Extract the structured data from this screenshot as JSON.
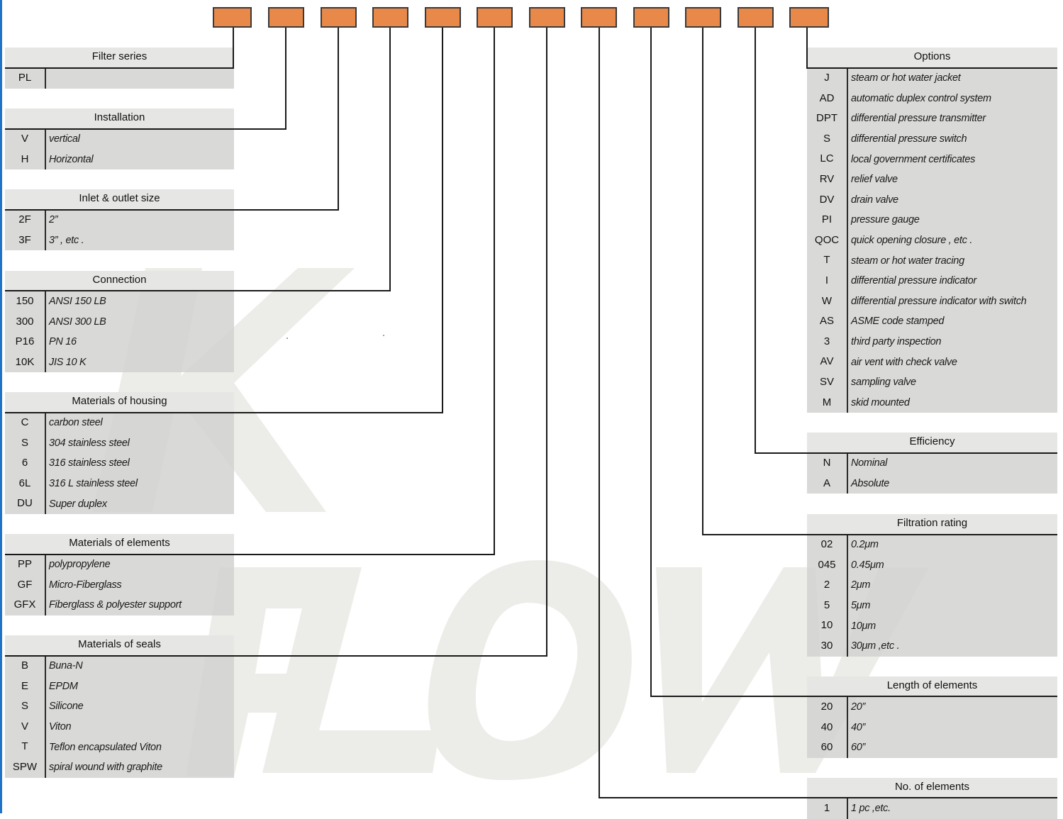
{
  "code_boxes": [
    "",
    "",
    "",
    "",
    "",
    "",
    "",
    "",
    "",
    "",
    "",
    ""
  ],
  "sections_left": [
    {
      "title": "Filter series",
      "rows": [
        {
          "code": "PL",
          "desc": ""
        }
      ]
    },
    {
      "title": "Installation",
      "rows": [
        {
          "code": "V",
          "desc": "vertical"
        },
        {
          "code": "H",
          "desc": "Horizontal"
        }
      ]
    },
    {
      "title": "Inlet & outlet size",
      "rows": [
        {
          "code": "2F",
          "desc": "2”"
        },
        {
          "code": "3F",
          "desc": "3”  , etc ."
        }
      ]
    },
    {
      "title": "Connection",
      "rows": [
        {
          "code": "150",
          "desc": "ANSI 150 LB"
        },
        {
          "code": "300",
          "desc": "ANSI 300 LB"
        },
        {
          "code": "P16",
          "desc": "PN 16"
        },
        {
          "code": "10K",
          "desc": "JIS 10 K"
        }
      ]
    },
    {
      "title": "Materials of housing",
      "rows": [
        {
          "code": "C",
          "desc": "carbon steel"
        },
        {
          "code": "S",
          "desc": "304 stainless steel"
        },
        {
          "code": "6",
          "desc": "316 stainless steel"
        },
        {
          "code": "6L",
          "desc": "316 L stainless steel"
        },
        {
          "code": "DU",
          "desc": "Super duplex"
        }
      ]
    },
    {
      "title": "Materials of elements",
      "rows": [
        {
          "code": "PP",
          "desc": "polypropylene"
        },
        {
          "code": "GF",
          "desc": "Micro-Fiberglass"
        },
        {
          "code": "GFX",
          "desc": "Fiberglass & polyester support"
        }
      ]
    },
    {
      "title": "Materials of  seals",
      "rows": [
        {
          "code": "B",
          "desc": "Buna-N"
        },
        {
          "code": "E",
          "desc": "EPDM"
        },
        {
          "code": "S",
          "desc": "Silicone"
        },
        {
          "code": "V",
          "desc": "Viton"
        },
        {
          "code": "T",
          "desc": "Teflon encapsulated Viton"
        },
        {
          "code": "SPW",
          "desc": "spiral wound with graphite"
        }
      ]
    }
  ],
  "sections_right": [
    {
      "title": "Options",
      "rows": [
        {
          "code": "J",
          "desc": "steam or hot water jacket"
        },
        {
          "code": "AD",
          "desc": "automatic duplex control system"
        },
        {
          "code": "DPT",
          "desc": "differential pressure transmitter"
        },
        {
          "code": "S",
          "desc": "differential pressure switch"
        },
        {
          "code": "LC",
          "desc": "local government certificates"
        },
        {
          "code": "RV",
          "desc": "relief valve"
        },
        {
          "code": "DV",
          "desc": "drain valve"
        },
        {
          "code": "PI",
          "desc": "pressure gauge"
        },
        {
          "code": "QOC",
          "desc": "quick opening closure , etc ."
        },
        {
          "code": "T",
          "desc": "steam or hot water tracing"
        },
        {
          "code": "I",
          "desc": "differential pressure indicator"
        },
        {
          "code": "W",
          "desc": "differential pressure indicator with switch"
        },
        {
          "code": "AS",
          "desc": "ASME code stamped"
        },
        {
          "code": "3",
          "desc": "third party inspection"
        },
        {
          "code": "AV",
          "desc": "air vent with check valve"
        },
        {
          "code": "SV",
          "desc": "sampling valve"
        },
        {
          "code": "M",
          "desc": "skid mounted"
        }
      ]
    },
    {
      "title": "Efficiency",
      "rows": [
        {
          "code": "N",
          "desc": "Nominal"
        },
        {
          "code": "A",
          "desc": "Absolute"
        }
      ]
    },
    {
      "title": "Filtration rating",
      "rows": [
        {
          "code": "02",
          "desc": "0.2μm"
        },
        {
          "code": "045",
          "desc": "0.45μm"
        },
        {
          "code": "2",
          "desc": "2μm"
        },
        {
          "code": "5",
          "desc": "5μm"
        },
        {
          "code": "10",
          "desc": "10μm"
        },
        {
          "code": "30",
          "desc": "30μm   ,etc ."
        }
      ]
    },
    {
      "title": "Length of elements",
      "rows": [
        {
          "code": "20",
          "desc": "20”"
        },
        {
          "code": "40",
          "desc": "40”"
        },
        {
          "code": "60",
          "desc": "60”"
        }
      ]
    },
    {
      "title": "No. of elements",
      "rows": [
        {
          "code": "1",
          "desc": "1 pc   ,etc."
        }
      ]
    }
  ],
  "watermark": "KFLOW",
  "colors": {
    "box": "#e8894a",
    "table": "#d6d6d4",
    "header": "#e6e6e4",
    "side_bar": "#1f73c7"
  }
}
